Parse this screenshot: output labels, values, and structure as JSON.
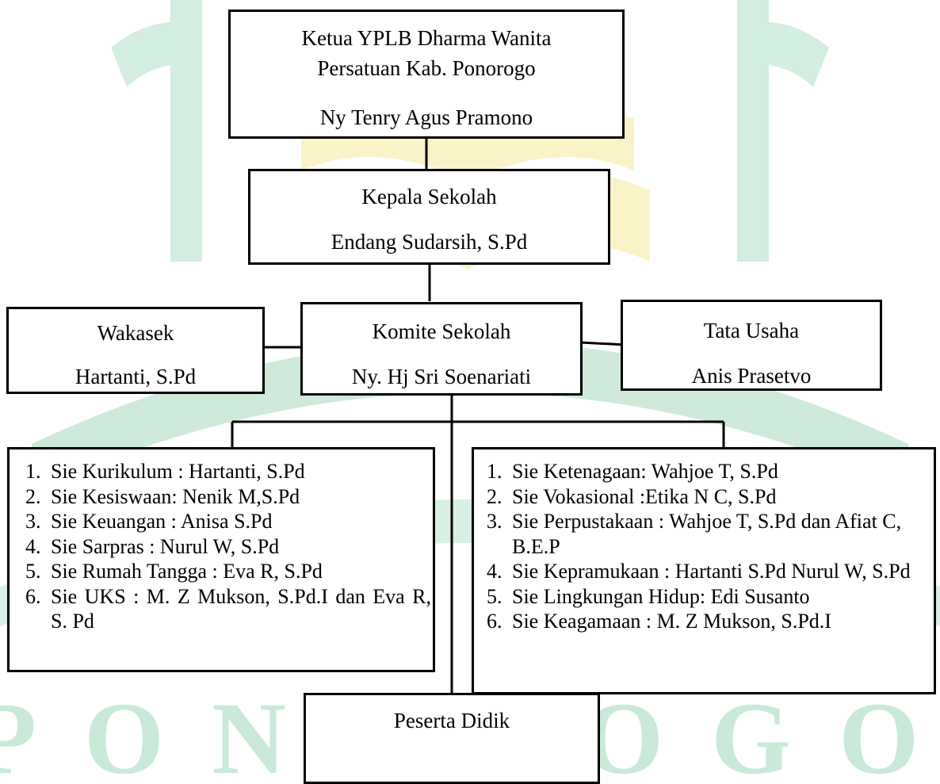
{
  "colors": {
    "watermark_green": "#c9ead9",
    "watermark_yellow": "#fbf3c8",
    "line": "#000000"
  },
  "watermark": {
    "text": "PONOROGO",
    "icon": "open-book-logo-icon"
  },
  "nodes": {
    "ketua": {
      "line1": "Ketua YPLB Dharma Wanita",
      "line2": "Persatuan Kab. Ponorogo",
      "name": "Ny Tenry Agus Pramono"
    },
    "kepala": {
      "title": "Kepala Sekolah",
      "name": "Endang Sudarsih, S.Pd"
    },
    "wakasek": {
      "title": "Wakasek",
      "name": "Hartanti, S.Pd"
    },
    "komite": {
      "title": "Komite Sekolah",
      "name": "Ny. Hj Sri Soenariati"
    },
    "tata_usaha": {
      "title": "Tata Usaha",
      "name": "Anis Prasetvo"
    },
    "left_sie": [
      {
        "num": "1.",
        "text": "Sie Kurikulum : Hartanti, S.Pd"
      },
      {
        "num": "2.",
        "text": "Sie Kesiswaan: Nenik M,S.Pd"
      },
      {
        "num": "3.",
        "text": "Sie Keuangan : Anisa S.Pd"
      },
      {
        "num": "4.",
        "text": "Sie Sarpras : Nurul W, S.Pd"
      },
      {
        "num": "5.",
        "text": "Sie Rumah Tangga : Eva R, S.Pd"
      },
      {
        "num": "6.",
        "text": "Sie UKS : M. Z Mukson, S.Pd.I dan Eva R, S. Pd"
      }
    ],
    "right_sie": [
      {
        "num": "1.",
        "text": "Sie Ketenagaan: Wahjoe T, S.Pd"
      },
      {
        "num": "2.",
        "text": "Sie Vokasional :Etika N C, S.Pd"
      },
      {
        "num": "3.",
        "text": "Sie Perpustakaan : Wahjoe T, S.Pd dan Afiat C, B.E.P"
      },
      {
        "num": "4.",
        "text": "Sie Kepramukaan : Hartanti S.Pd Nurul W, S.Pd"
      },
      {
        "num": "5.",
        "text": "Sie Lingkungan Hidup: Edi Susanto"
      },
      {
        "num": "6.",
        "text": "Sie Keagamaan : M. Z Mukson, S.Pd.I"
      }
    ],
    "peserta": {
      "title": "Peserta Didik"
    }
  }
}
